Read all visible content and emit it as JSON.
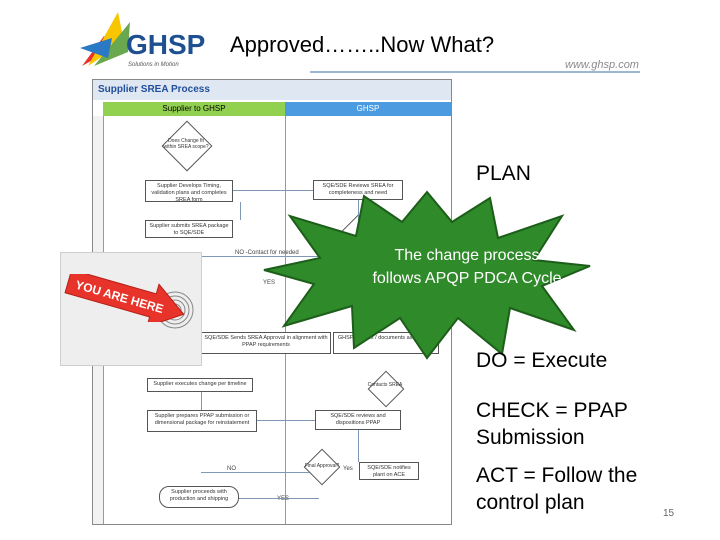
{
  "header": {
    "title": "Approved……..Now What?",
    "url": "www.ghsp.com",
    "logo_text": "GHSP",
    "logo_tagline": "Solutions in Motion"
  },
  "flowchart": {
    "title": "Supplier SREA Process",
    "lanes": [
      "Supplier to GHSP",
      "GHSP"
    ],
    "boxes": {
      "b1": "Supplier Develops Timing, validation plans and completes SREA form",
      "b2": "Supplier submits SREA package to SQE/SDE",
      "b3": "SQE/SDE Reviews SREA for completeness and need",
      "b4": "SQE/SDE Sends SREA Approval in alignment with PPAP requirements",
      "b5": "GHSP reviews / documents as required",
      "b6": "Supplier executes change per timeline",
      "b7": "Supplier prepares PPAP submission or dimensional package for reinstatement",
      "b8": "SQE/SDE reviews and dispositions PPAP",
      "b9": "SQE/SDE notifies plant on ACE",
      "b10": "Supplier proceeds with production and shipping"
    },
    "diamonds": {
      "d1": "Does Change fit within SREA scope?",
      "d2": "Contacts SREA",
      "d3": "Final Approval?"
    },
    "labels": {
      "no_contact": "NO -Contact for needed",
      "yes1": "YES",
      "no": "NO",
      "yes2": "YES",
      "yes3": "Yes"
    }
  },
  "callout": {
    "you_are_here": "YOU ARE HERE",
    "star_text": "The change process follows APQP PDCA Cycle"
  },
  "pdca": {
    "plan": "PLAN",
    "do": "DO = Execute",
    "check": "CHECK = PPAP Submission",
    "act": "ACT = Follow the control plan"
  },
  "page_number": "15",
  "colors": {
    "lane_supplier": "#92d050",
    "lane_ghsp": "#4a9be0",
    "star": "#2f8a2a",
    "arrow": "#e8332a"
  }
}
